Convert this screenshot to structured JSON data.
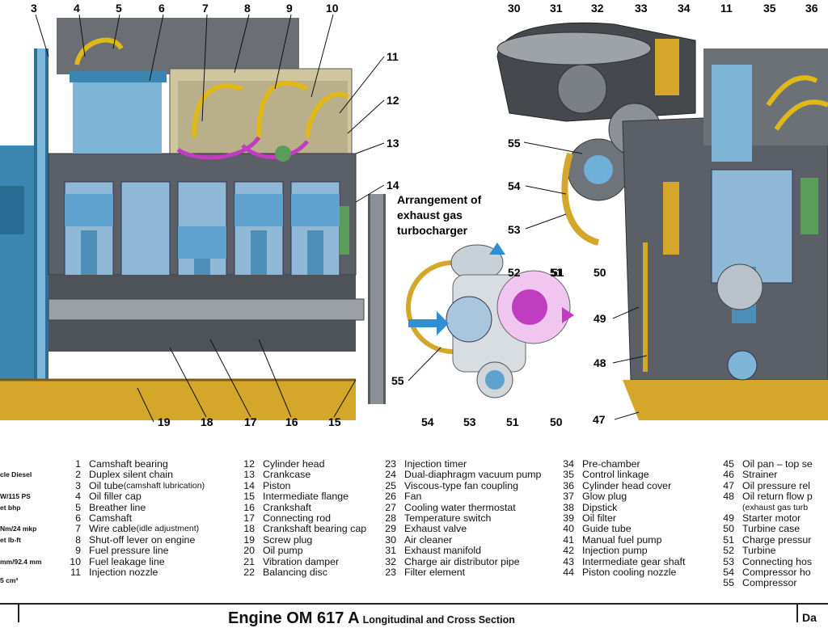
{
  "diagram": {
    "caption_lines": [
      "Arrangement of",
      "exhaust gas",
      "turbocharger"
    ],
    "callouts": [
      "3",
      "4",
      "5",
      "6",
      "7",
      "8",
      "9",
      "10",
      "11",
      "12",
      "13",
      "14",
      "19",
      "18",
      "17",
      "16",
      "15",
      "30",
      "31",
      "32",
      "33",
      "34",
      "11",
      "35",
      "36",
      "55",
      "54",
      "53",
      "51",
      "50",
      "49",
      "48",
      "47",
      "52",
      "51",
      "50",
      "55",
      "54",
      "53",
      "51",
      "50"
    ]
  },
  "specs": [
    "cle Diesel",
    "W/115 PS",
    "et bhp",
    "Nm/24 mkp",
    "et lb-ft",
    "mm/92.4 mm",
    "5 cm³"
  ],
  "legend": {
    "col1": [
      {
        "n": "1",
        "t": "Camshaft bearing"
      },
      {
        "n": "2",
        "t": "Duplex silent chain"
      },
      {
        "n": "3",
        "t": "Oil tube ",
        "s": "(camshaft lubrication)"
      },
      {
        "n": "4",
        "t": "Oil filler cap"
      },
      {
        "n": "5",
        "t": "Breather line"
      },
      {
        "n": "6",
        "t": "Camshaft"
      },
      {
        "n": "7",
        "t": "Wire cable ",
        "s": "(idle adjustment)"
      },
      {
        "n": "8",
        "t": "Shut-off lever on engine"
      },
      {
        "n": "9",
        "t": "Fuel pressure line"
      },
      {
        "n": "10",
        "t": "Fuel leakage line"
      },
      {
        "n": "11",
        "t": "Injection nozzle"
      }
    ],
    "col2": [
      {
        "n": "12",
        "t": "Cylinder head"
      },
      {
        "n": "13",
        "t": "Crankcase"
      },
      {
        "n": "14",
        "t": "Piston"
      },
      {
        "n": "15",
        "t": "Intermediate flange"
      },
      {
        "n": "16",
        "t": "Crankshaft"
      },
      {
        "n": "17",
        "t": "Connecting rod"
      },
      {
        "n": "18",
        "t": "Crankshaft bearing cap"
      },
      {
        "n": "19",
        "t": "Screw plug"
      },
      {
        "n": "20",
        "t": "Oil pump"
      },
      {
        "n": "21",
        "t": "Vibration damper"
      },
      {
        "n": "22",
        "t": "Balancing disc"
      }
    ],
    "col3": [
      {
        "n": "23",
        "t": "Injection timer"
      },
      {
        "n": "24",
        "t": "Dual-diaphragm vacuum pump"
      },
      {
        "n": "25",
        "t": "Viscous-type fan coupling"
      },
      {
        "n": "26",
        "t": "Fan"
      },
      {
        "n": "27",
        "t": "Cooling water thermostat"
      },
      {
        "n": "28",
        "t": "Temperature switch"
      },
      {
        "n": "29",
        "t": "Exhaust valve"
      },
      {
        "n": "30",
        "t": "Air cleaner"
      },
      {
        "n": "31",
        "t": "Exhaust manifold"
      },
      {
        "n": "32",
        "t": "Charge air distributor pipe"
      },
      {
        "n": "23",
        "t": "Filter element"
      }
    ],
    "col4": [
      {
        "n": "34",
        "t": "Pre-chamber"
      },
      {
        "n": "35",
        "t": "Control linkage"
      },
      {
        "n": "36",
        "t": "Cylinder head cover"
      },
      {
        "n": "37",
        "t": "Glow plug"
      },
      {
        "n": "38",
        "t": "Dipstick"
      },
      {
        "n": "39",
        "t": "Oil filter"
      },
      {
        "n": "40",
        "t": "Guide tube"
      },
      {
        "n": "41",
        "t": "Manual fuel pump"
      },
      {
        "n": "42",
        "t": "Injection pump"
      },
      {
        "n": "43",
        "t": "Intermediate gear shaft"
      },
      {
        "n": "44",
        "t": "Piston cooling nozzle"
      }
    ],
    "col5": [
      {
        "n": "45",
        "t": "Oil pan – top se"
      },
      {
        "n": "46",
        "t": "Strainer"
      },
      {
        "n": "47",
        "t": "Oil pressure rel"
      },
      {
        "n": "48",
        "t": "Oil return flow p"
      },
      {
        "n": "",
        "t": "(exhaust gas turb",
        "small": true
      },
      {
        "n": "49",
        "t": "Starter motor"
      },
      {
        "n": "50",
        "t": "Turbine case"
      },
      {
        "n": "51",
        "t": "Charge pressur"
      },
      {
        "n": "52",
        "t": "Turbine"
      },
      {
        "n": "53",
        "t": "Connecting hos"
      },
      {
        "n": "54",
        "t": "Compressor ho"
      },
      {
        "n": "55",
        "t": "Compressor"
      }
    ]
  },
  "title": {
    "main": "Engine OM 617 A",
    "sub": "Longitudinal and Cross Section",
    "right": "Da"
  },
  "colors": {
    "block": "#5f646c",
    "cylinder": "#5ea2cf",
    "oil": "#d4a62a",
    "magenta": "#c03cc0",
    "green": "#5a9c5a",
    "cream": "#ddd0a6"
  }
}
